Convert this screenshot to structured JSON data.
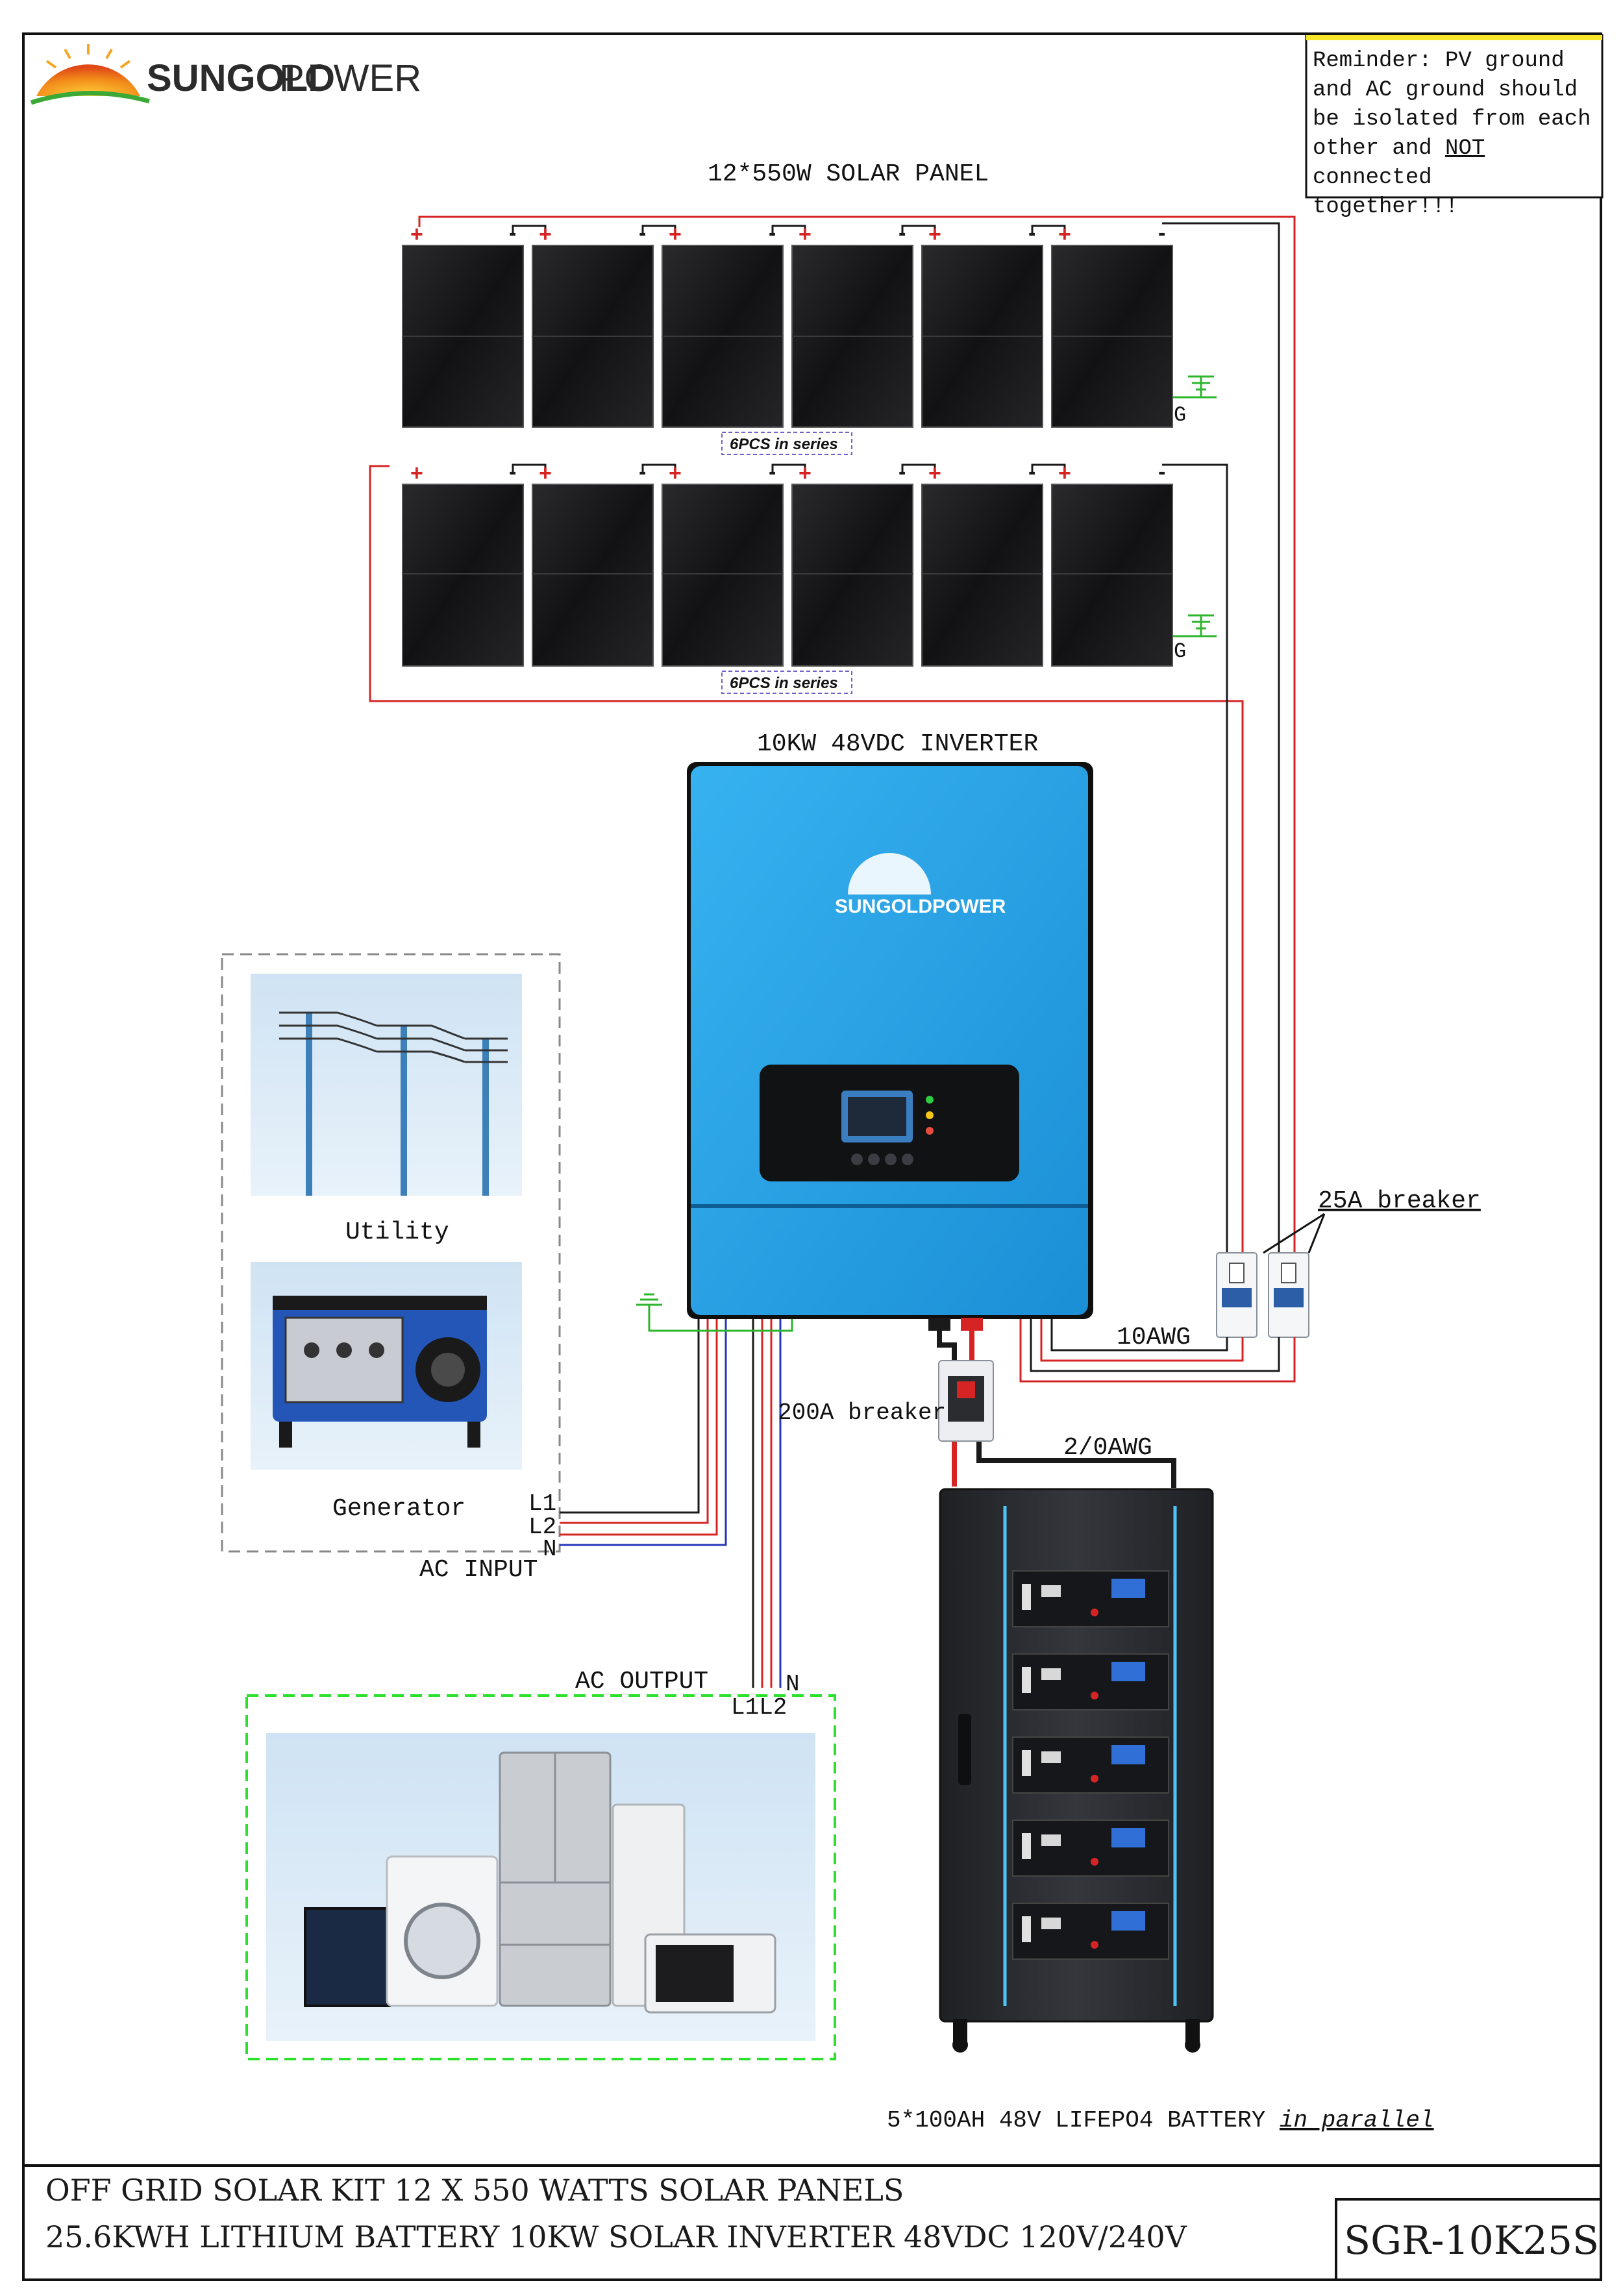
{
  "brand": {
    "name_part1": "SUNGOLD",
    "name_part2": "POWER"
  },
  "reminder": {
    "before": "Reminder: PV ground\nand AC ground should\nbe isolated from each\nother and ",
    "emphasis": "NOT",
    "after": " connected\ntogether!!!"
  },
  "solar": {
    "title": "12*550W SOLAR PANEL",
    "string_label": "6PCS in series",
    "ground_label": "G",
    "plus": "+",
    "minus": "-"
  },
  "inverter": {
    "title": "10KW 48VDC INVERTER",
    "logo_text": "SUNGOLDPOWER"
  },
  "ac_input": {
    "utility_label": "Utility",
    "generator_label": "Generator",
    "title": "AC INPUT",
    "l1": "L1",
    "l2": "L2",
    "n": "N"
  },
  "ac_output": {
    "title": "AC OUTPUT",
    "l1l2": "L1L2",
    "n": "N"
  },
  "breakers": {
    "pv_breaker": "25A breaker",
    "pv_wire": "10AWG",
    "battery_breaker": "200A breaker",
    "battery_wire": "2/0AWG"
  },
  "battery": {
    "caption_main": "5*100AH 48V LIFEPO4 BATTERY ",
    "caption_emphasis": "in parallel",
    "module_count": 5
  },
  "footer": {
    "line1": "OFF GRID SOLAR KIT 12 X 550 WATTS SOLAR PANELS",
    "line2": "25.6KWH LITHIUM BATTERY 10KW SOLAR INVERTER 48VDC 120V/240V",
    "model": "SGR-10K25S"
  },
  "colors": {
    "inverter_blue": "#2aa3e6",
    "panel_dark": "#1c1c1e",
    "wire_red": "#d62424",
    "wire_black": "#1a1a1a",
    "wire_green": "#2db52d",
    "wire_blue": "#2636b8",
    "battery_cabinet": "#2a2c30"
  }
}
